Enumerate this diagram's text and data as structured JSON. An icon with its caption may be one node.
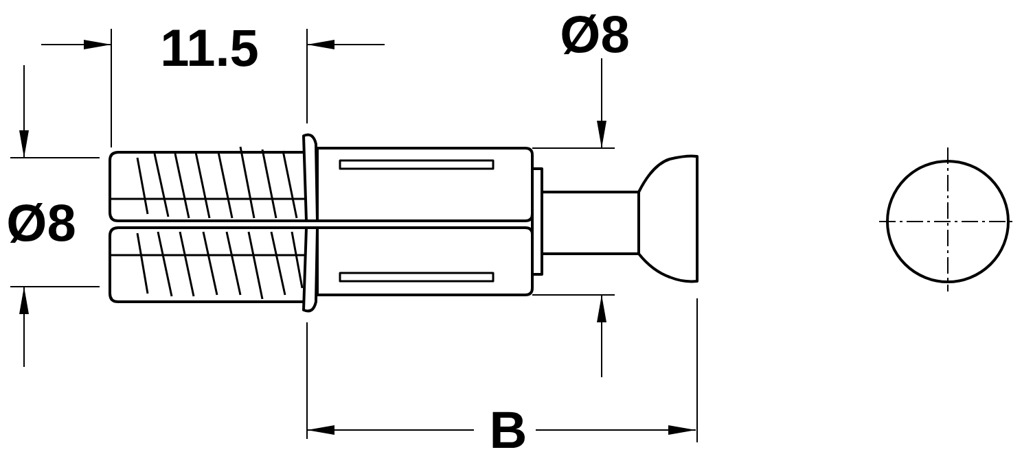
{
  "diagram": {
    "labels": [
      "11.5",
      "Ø8",
      "Ø8",
      "B"
    ]
  }
}
